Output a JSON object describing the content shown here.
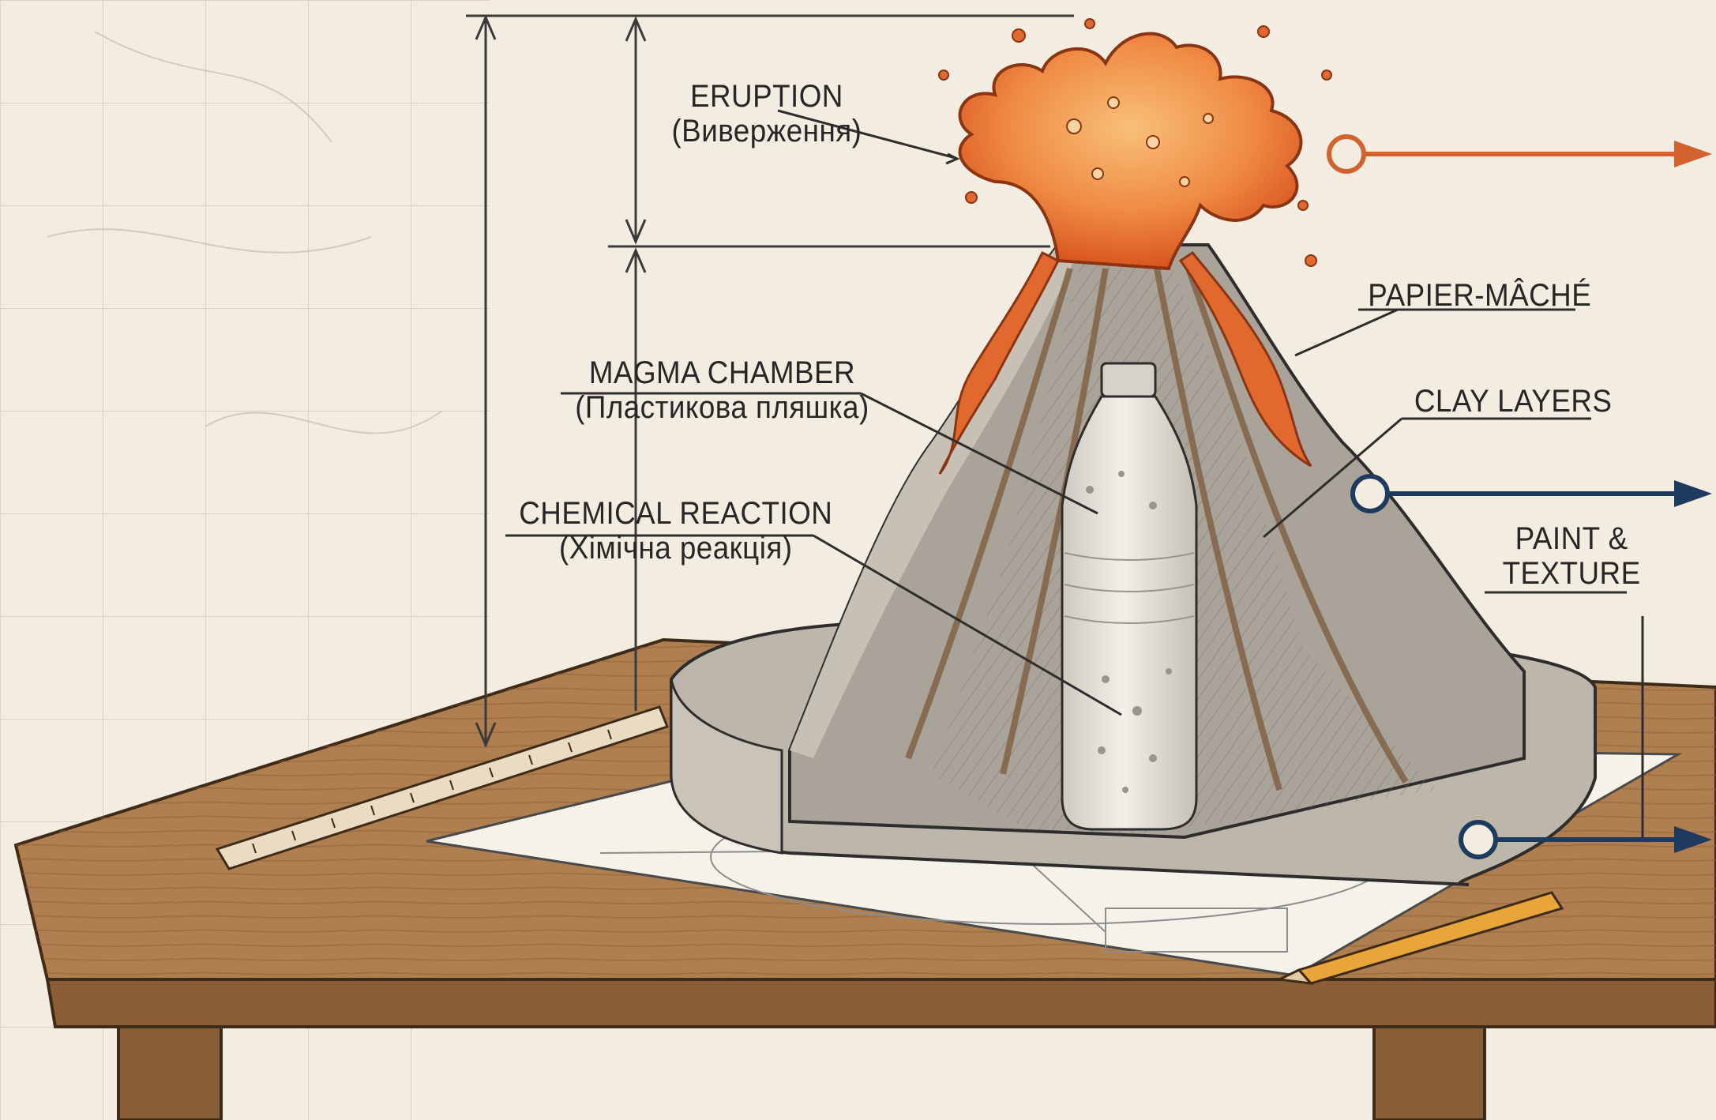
{
  "labels": {
    "eruption": {
      "title": "ERUPTION",
      "subtitle": "(Виверження)"
    },
    "papier_mache": {
      "title": "PAPIER-MÂCHÉ"
    },
    "magma_chamber": {
      "title": "MAGMA CHAMBER",
      "subtitle": "(Пластикова пляшка)"
    },
    "clay_layers": {
      "title": "CLAY LAYERS"
    },
    "chemical_reaction": {
      "title": "CHEMICAL REACTION",
      "subtitle": "(Хімічна реакція)"
    },
    "paint_texture": {
      "line1": "PAINT &",
      "line2": "TEXTURE"
    }
  },
  "colors": {
    "paper": "#f3ece0",
    "ink": "#262626",
    "lava": "#e8682e",
    "lava_light": "#f5a45c",
    "rock": "#a9a39a",
    "rock_light": "#d2cdc3",
    "wood": "#a8774a",
    "wood_dark": "#6e4a2c",
    "callout_orange": "#d4622f",
    "callout_navy": "#1f3a5f"
  }
}
